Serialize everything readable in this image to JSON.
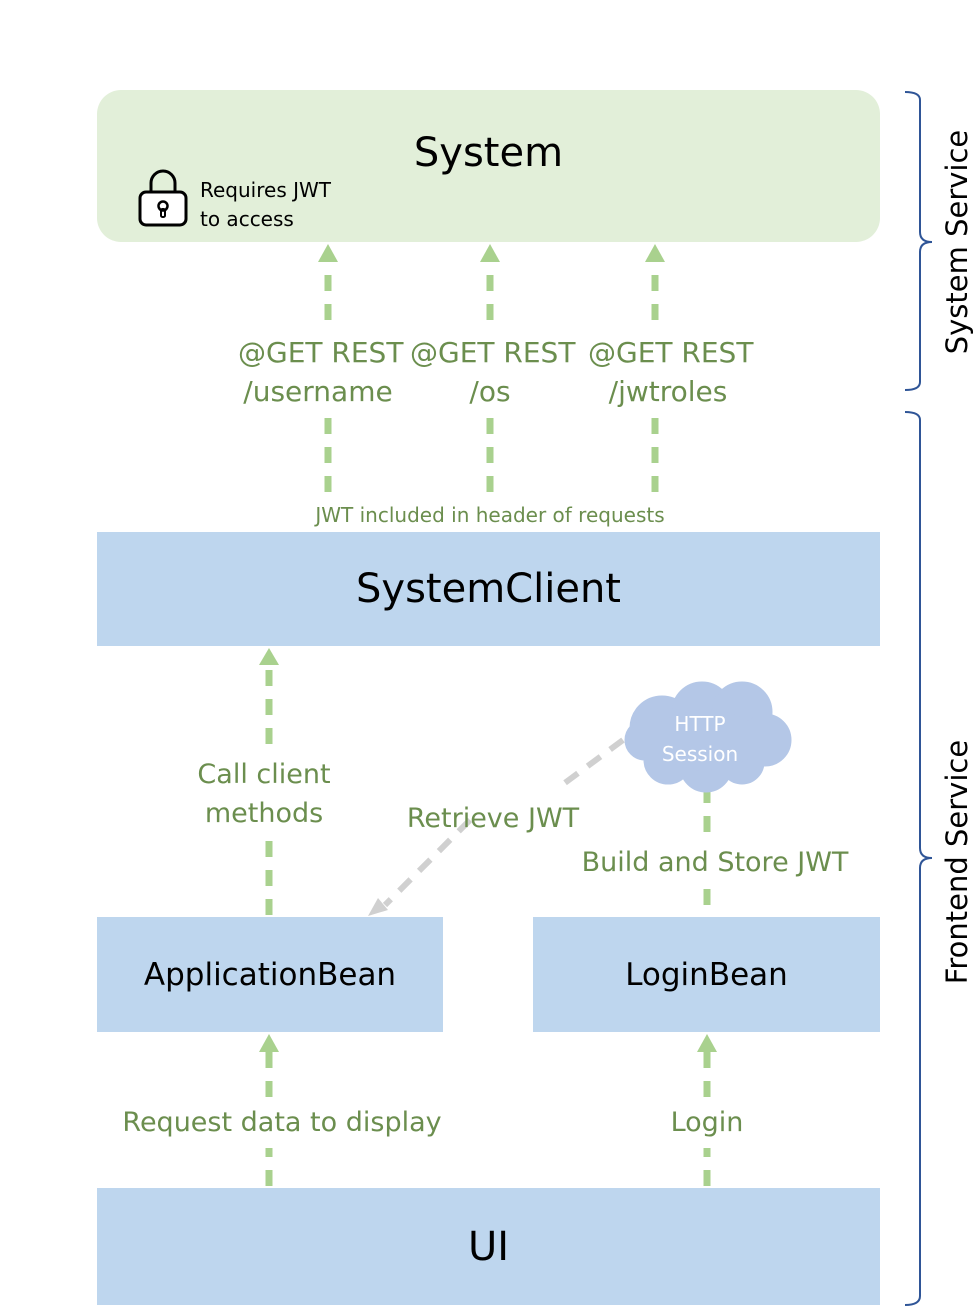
{
  "system": {
    "title": "System",
    "lock_note_line1": "Requires JWT",
    "lock_note_line2": "to access"
  },
  "rest_calls": [
    {
      "method": "@GET REST",
      "path": "/username"
    },
    {
      "method": "@GET REST",
      "path": "/os"
    },
    {
      "method": "@GET REST",
      "path": "/jwtroles"
    }
  ],
  "jwt_header_note": "JWT included in header of requests",
  "system_client": {
    "title": "SystemClient"
  },
  "call_client": {
    "line1": "Call client",
    "line2": "methods"
  },
  "http_session": {
    "line1": "HTTP",
    "line2": "Session"
  },
  "retrieve_jwt": "Retrieve JWT",
  "build_store_jwt": "Build and Store JWT",
  "application_bean": {
    "title": "ApplicationBean"
  },
  "login_bean": {
    "title": "LoginBean"
  },
  "request_data": "Request data to display",
  "login": "Login",
  "ui": {
    "title": "UI"
  },
  "brackets": {
    "system_service": "System Service",
    "frontend_service": "Frontend Service"
  },
  "colors": {
    "system_fill": "#e2efd9",
    "component_fill": "#bed6ee",
    "arrow_green": "#a9d18e",
    "label_green": "#6b8e4e",
    "retrieve_arrow_gray": "#d0d0d0",
    "cloud_fill": "#b4c7e7",
    "bracket_blue": "#2f5597"
  }
}
